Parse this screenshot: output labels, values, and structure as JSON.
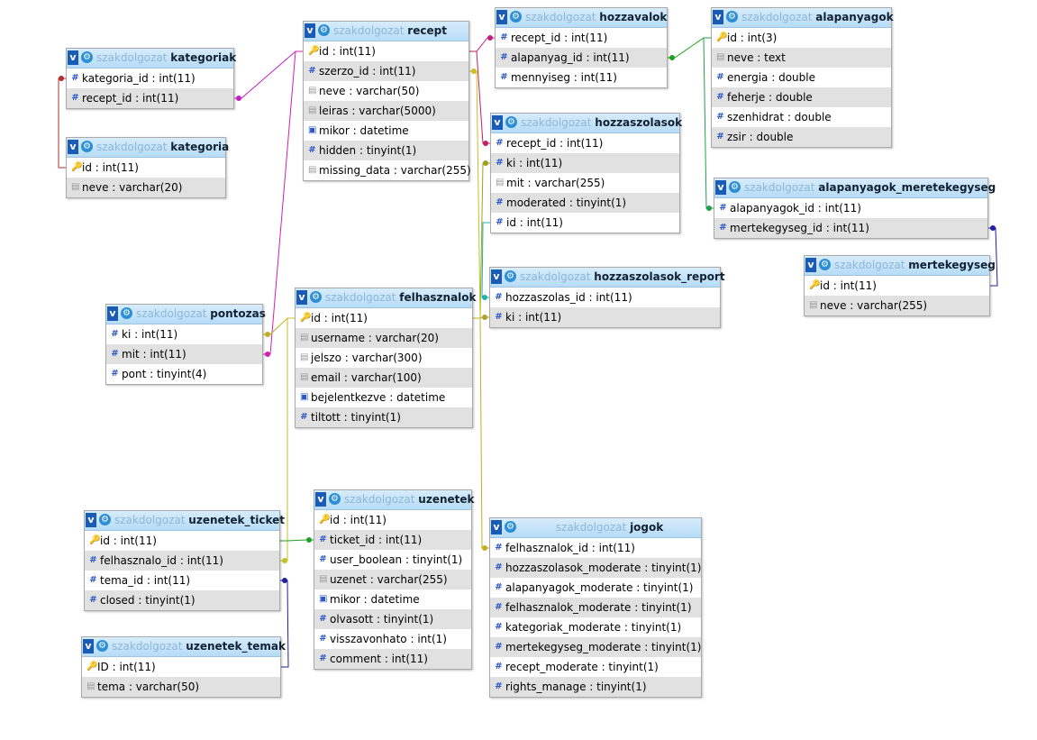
{
  "db": "szakdolgozat",
  "tables": {
    "kategoriak": {
      "name": "kategoriak",
      "fields": [
        {
          "icon": "number-icon",
          "text": "kategoria_id : int(11)"
        },
        {
          "icon": "number-icon",
          "text": "recept_id : int(11)"
        }
      ]
    },
    "kategoria": {
      "name": "kategoria",
      "fields": [
        {
          "icon": "key-icon",
          "text": "id : int(11)"
        },
        {
          "icon": "text-icon",
          "text": "neve : varchar(20)"
        }
      ]
    },
    "recept": {
      "name": "recept",
      "fields": [
        {
          "icon": "key-icon",
          "text": "id : int(11)"
        },
        {
          "icon": "number-icon",
          "text": "szerzo_id : int(11)"
        },
        {
          "icon": "text-icon",
          "text": "neve : varchar(50)"
        },
        {
          "icon": "text-icon",
          "text": "leiras : varchar(5000)"
        },
        {
          "icon": "datetime-icon",
          "text": "mikor : datetime"
        },
        {
          "icon": "number-icon",
          "text": "hidden : tinyint(1)"
        },
        {
          "icon": "text-icon",
          "text": "missing_data : varchar(255)"
        }
      ]
    },
    "hozzavalok": {
      "name": "hozzavalok",
      "fields": [
        {
          "icon": "number-icon",
          "text": "recept_id : int(11)"
        },
        {
          "icon": "number-icon",
          "text": "alapanyag_id : int(11)"
        },
        {
          "icon": "number-icon",
          "text": "mennyiseg : int(11)"
        }
      ]
    },
    "alapanyagok": {
      "name": "alapanyagok",
      "fields": [
        {
          "icon": "key-icon",
          "text": "id : int(3)"
        },
        {
          "icon": "text-icon",
          "text": "neve : text"
        },
        {
          "icon": "number-icon",
          "text": "energia : double"
        },
        {
          "icon": "number-icon",
          "text": "feherje : double"
        },
        {
          "icon": "number-icon",
          "text": "szenhidrat : double"
        },
        {
          "icon": "number-icon",
          "text": "zsir : double"
        }
      ]
    },
    "hozzaszolasok": {
      "name": "hozzaszolasok",
      "fields": [
        {
          "icon": "number-icon",
          "text": "recept_id : int(11)"
        },
        {
          "icon": "number-icon",
          "text": "ki : int(11)"
        },
        {
          "icon": "text-icon",
          "text": "mit : varchar(255)"
        },
        {
          "icon": "number-icon",
          "text": "moderated : tinyint(1)"
        },
        {
          "icon": "number-icon",
          "text": "id : int(11)"
        }
      ]
    },
    "alapanyagok_meretekegyseg": {
      "name": "alapanyagok_meretekegyseg",
      "fields": [
        {
          "icon": "number-icon",
          "text": "alapanyagok_id : int(11)"
        },
        {
          "icon": "number-icon",
          "text": "mertekegyseg_id : int(11)"
        }
      ]
    },
    "mertekegyseg": {
      "name": "mertekegyseg",
      "fields": [
        {
          "icon": "key-icon",
          "text": "id : int(11)"
        },
        {
          "icon": "text-icon",
          "text": "neve : varchar(255)"
        }
      ]
    },
    "pontozas": {
      "name": "pontozas",
      "fields": [
        {
          "icon": "number-icon",
          "text": "ki : int(11)"
        },
        {
          "icon": "number-icon",
          "text": "mit : int(11)"
        },
        {
          "icon": "number-icon",
          "text": "pont : tinyint(4)"
        }
      ]
    },
    "felhasznalok": {
      "name": "felhasznalok",
      "fields": [
        {
          "icon": "key-icon",
          "text": "id : int(11)"
        },
        {
          "icon": "text-icon",
          "text": "username : varchar(20)"
        },
        {
          "icon": "text-icon",
          "text": "jelszo : varchar(300)"
        },
        {
          "icon": "text-icon",
          "text": "email : varchar(100)"
        },
        {
          "icon": "datetime-icon",
          "text": "bejelentkezve : datetime"
        },
        {
          "icon": "number-icon",
          "text": "tiltott : tinyint(1)"
        }
      ]
    },
    "hozzaszolasok_report": {
      "name": "hozzaszolasok_report",
      "fields": [
        {
          "icon": "number-icon",
          "text": "hozzaszolas_id : int(11)"
        },
        {
          "icon": "number-icon",
          "text": "ki : int(11)"
        }
      ]
    },
    "uzenetek_ticket": {
      "name": "uzenetek_ticket",
      "fields": [
        {
          "icon": "key-icon",
          "text": "id : int(11)"
        },
        {
          "icon": "number-icon",
          "text": "felhasznalo_id : int(11)"
        },
        {
          "icon": "number-icon",
          "text": "tema_id : int(11)"
        },
        {
          "icon": "number-icon",
          "text": "closed : tinyint(1)"
        }
      ]
    },
    "uzenetek": {
      "name": "uzenetek",
      "fields": [
        {
          "icon": "key-icon",
          "text": "id : int(11)"
        },
        {
          "icon": "number-icon",
          "text": "ticket_id : int(11)"
        },
        {
          "icon": "number-icon",
          "text": "user_boolean : tinyint(1)"
        },
        {
          "icon": "text-icon",
          "text": "uzenet : varchar(255)"
        },
        {
          "icon": "datetime-icon",
          "text": "mikor : datetime"
        },
        {
          "icon": "number-icon",
          "text": "olvasott : tinyint(1)"
        },
        {
          "icon": "number-icon",
          "text": "visszavonhato : int(1)"
        },
        {
          "icon": "number-icon",
          "text": "comment : int(11)"
        }
      ]
    },
    "jogok": {
      "name": "jogok",
      "fields": [
        {
          "icon": "number-icon",
          "text": "felhasznalok_id : int(11)"
        },
        {
          "icon": "number-icon",
          "text": "hozzaszolasok_moderate : tinyint(1)"
        },
        {
          "icon": "number-icon",
          "text": "alapanyagok_moderate : tinyint(1)"
        },
        {
          "icon": "number-icon",
          "text": "felhasznalok_moderate : tinyint(1)"
        },
        {
          "icon": "number-icon",
          "text": "kategoriak_moderate : tinyint(1)"
        },
        {
          "icon": "number-icon",
          "text": "mertekegyseg_moderate : tinyint(1)"
        },
        {
          "icon": "number-icon",
          "text": "recept_moderate : tinyint(1)"
        },
        {
          "icon": "number-icon",
          "text": "rights_manage : tinyint(1)"
        }
      ]
    },
    "uzenetek_temak": {
      "name": "uzenetek_temak",
      "fields": [
        {
          "icon": "key-icon",
          "text": "ID : int(11)"
        },
        {
          "icon": "text-icon",
          "text": "tema : varchar(50)"
        }
      ]
    }
  },
  "relations": [
    {
      "from": "kategoriak.kategoria_id",
      "to": "kategoria.id",
      "color": "#b03030"
    },
    {
      "from": "kategoriak.recept_id",
      "to": "recept.id",
      "color": "#c020c0"
    },
    {
      "from": "hozzavalok.recept_id",
      "to": "recept.id",
      "color": "#c02080"
    },
    {
      "from": "hozzavalok.alapanyag_id",
      "to": "alapanyagok.id",
      "color": "#20a020"
    },
    {
      "from": "alapanyagok_meretekegyseg.alapanyagok_id",
      "to": "alapanyagok.id",
      "color": "#20a050"
    },
    {
      "from": "alapanyagok_meretekegyseg.mertekegyseg_id",
      "to": "mertekegyseg.id",
      "color": "#2020a0"
    },
    {
      "from": "hozzaszolasok.recept_id",
      "to": "recept.id",
      "color": "#c02060"
    },
    {
      "from": "hozzaszolasok.ki",
      "to": "felhasznalok.id",
      "color": "#a0a020"
    },
    {
      "from": "hozzaszolasok_report.hozzaszolas_id",
      "to": "hozzaszolasok.id",
      "color": "#20b0b0"
    },
    {
      "from": "hozzaszolasok_report.ki",
      "to": "felhasznalok.id",
      "color": "#b0a030"
    },
    {
      "from": "pontozas.mit",
      "to": "recept.id",
      "color": "#d020b0"
    },
    {
      "from": "pontozas.ki",
      "to": "felhasznalok.id",
      "color": "#c0b020"
    },
    {
      "from": "recept.szerzo_id",
      "to": "felhasznalok.id",
      "color": "#c8c020"
    },
    {
      "from": "uzenetek_ticket.felhasznalo_id",
      "to": "felhasznalok.id",
      "color": "#c0c020"
    },
    {
      "from": "uzenetek.ticket_id",
      "to": "uzenetek_ticket.id",
      "color": "#20a020"
    },
    {
      "from": "uzenetek_ticket.tema_id",
      "to": "uzenetek_temak.ID",
      "color": "#2020a0"
    },
    {
      "from": "jogok.felhasznalok_id",
      "to": "felhasznalok.id",
      "color": "#c0b020"
    }
  ]
}
